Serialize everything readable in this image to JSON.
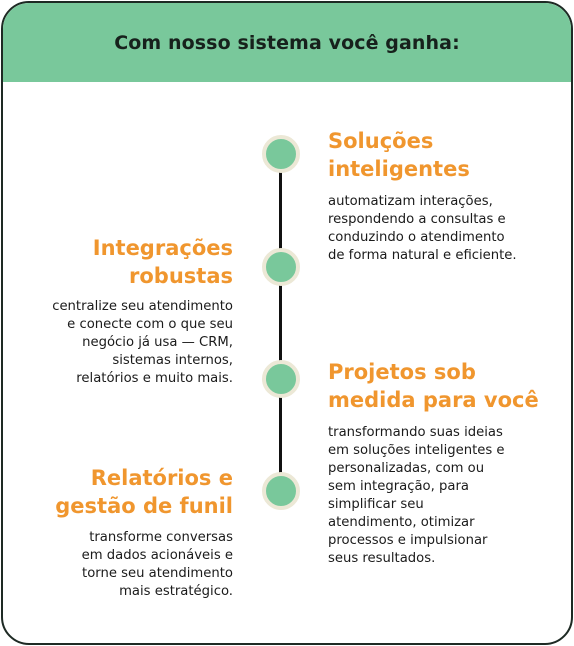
{
  "header": {
    "title": "Com nosso sistema você ganha:"
  },
  "items": [
    {
      "title_line1": "Soluções",
      "title_line2": "inteligentes",
      "desc": [
        "automatizam interações,",
        "respondendo a consultas e",
        "conduzindo o atendimento",
        "de forma natural e eficiente."
      ]
    },
    {
      "title_line1": "Integrações",
      "title_line2": "robustas",
      "desc": [
        "centralize seu atendimento",
        "e conecte com o que seu",
        "negócio já usa — CRM,",
        "sistemas internos,",
        "relatórios e muito mais."
      ]
    },
    {
      "title_line1": "Projetos sob",
      "title_line2": "medida para você",
      "desc": [
        "transformando suas ideias",
        "em soluções inteligentes e",
        "personalizadas, com ou",
        "sem integração, para",
        "simplificar seu",
        "atendimento, otimizar",
        "processos e impulsionar",
        "seus resultados."
      ]
    },
    {
      "title_line1": "Relatórios e",
      "title_line2": "gestão de funil",
      "desc": [
        "transforme conversas",
        "em dados acionáveis e",
        "torne seu atendimento",
        "mais estratégico."
      ]
    }
  ],
  "colors": {
    "accent": "#f0962e",
    "header_bg": "#79c89b",
    "dot": "#79c89b",
    "dot_ring": "#ece8d6"
  }
}
